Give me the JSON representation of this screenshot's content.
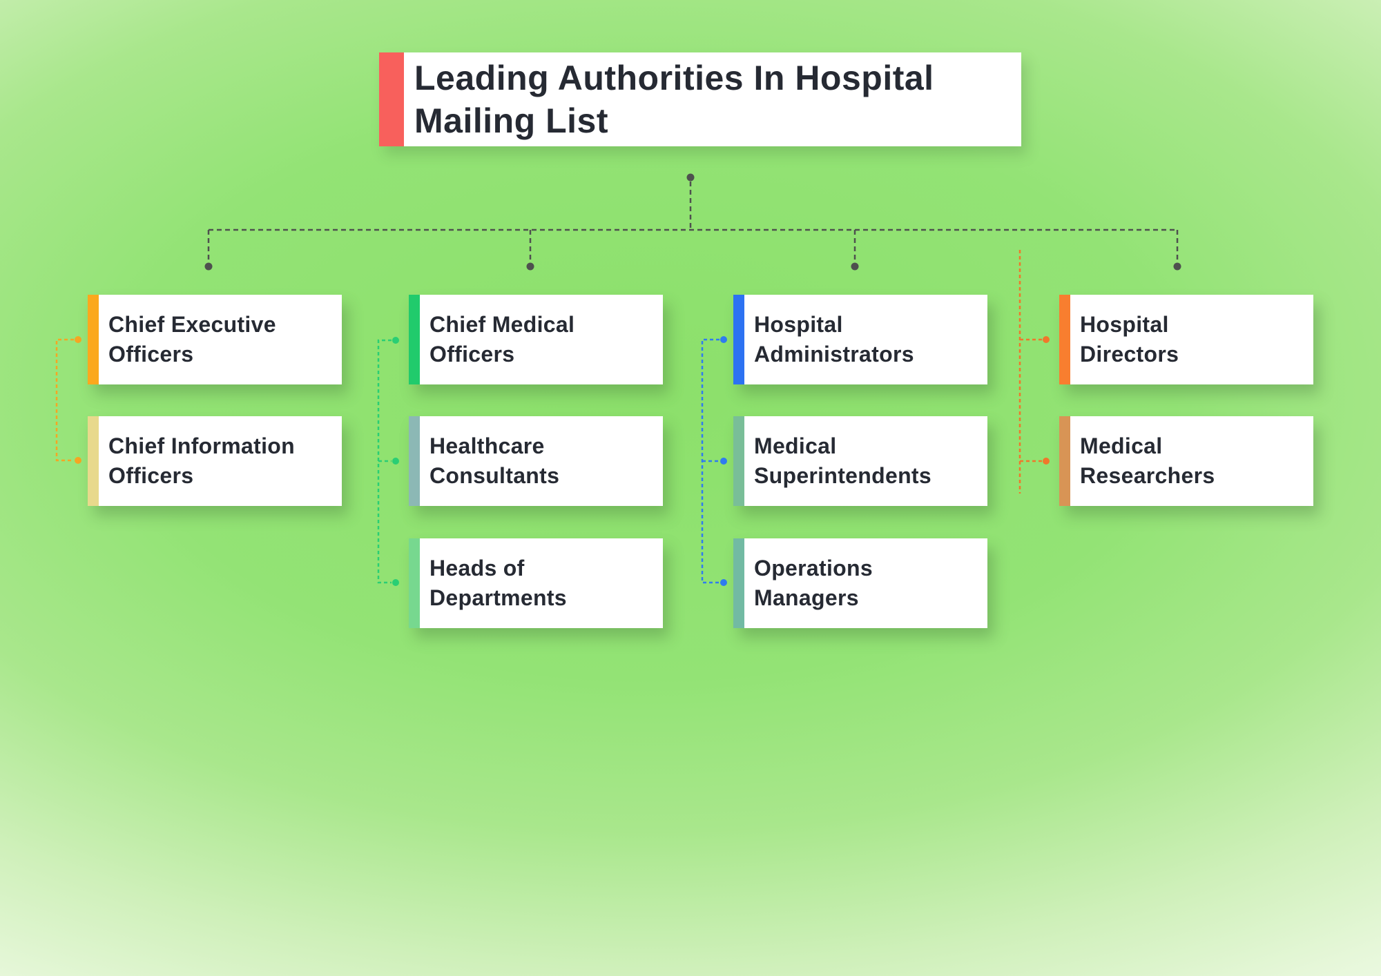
{
  "title": {
    "line1": "Leading Authorities In Hospital",
    "line2": "Mailing List",
    "accent_color": "#F8605C"
  },
  "connector_colors": {
    "tree": "#4E514E",
    "col1": "#F5A623",
    "col2": "#2ACE74",
    "col3": "#2F7BF0",
    "col4": "#F0772B"
  },
  "columns": [
    {
      "cards": [
        {
          "lines": [
            "Chief Executive",
            "Officers"
          ],
          "accent_color": "#FBA81D"
        },
        {
          "lines": [
            "Chief Information",
            "Officers"
          ],
          "accent_color": "#E8D98C"
        }
      ]
    },
    {
      "cards": [
        {
          "lines": [
            "Chief Medical",
            "Officers"
          ],
          "accent_color": "#21CB6C"
        },
        {
          "lines": [
            "Healthcare",
            "Consultants"
          ],
          "accent_color": "#8CB8B5"
        },
        {
          "lines": [
            "Heads of",
            "Departments"
          ],
          "accent_color": "#77D88F"
        }
      ]
    },
    {
      "cards": [
        {
          "lines": [
            "Hospital",
            "Administrators"
          ],
          "accent_color": "#2C72F2"
        },
        {
          "lines": [
            "Medical",
            "Superintendents"
          ],
          "accent_color": "#79BE98"
        },
        {
          "lines": [
            "Operations",
            "Managers"
          ],
          "accent_color": "#72BAA3"
        }
      ]
    },
    {
      "cards": [
        {
          "lines": [
            "Hospital",
            "Directors"
          ],
          "accent_color": "#F87E2F"
        },
        {
          "lines": [
            "Medical",
            "Researchers"
          ],
          "accent_color": "#D89455"
        }
      ]
    }
  ]
}
